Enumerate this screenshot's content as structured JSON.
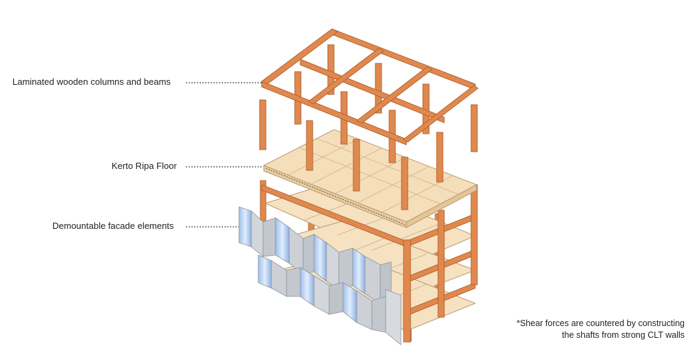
{
  "labels": {
    "columns_beams": "Laminated wooden columns and beams",
    "floor": "Kerto Ripa Floor",
    "facade": "Demountable facade elements"
  },
  "footnote": {
    "line1": "*Shear forces are countered by constructing",
    "line2": "the shafts from strong CLT walls"
  },
  "colors": {
    "timber": "#E0894F",
    "timber_dark": "#B4622F",
    "floor": "#F5DEBA",
    "floor_edge": "#B99A70",
    "facade_grey": "#C9CDD3",
    "facade_glass": "#A9C7EE",
    "leader": "#333333"
  }
}
